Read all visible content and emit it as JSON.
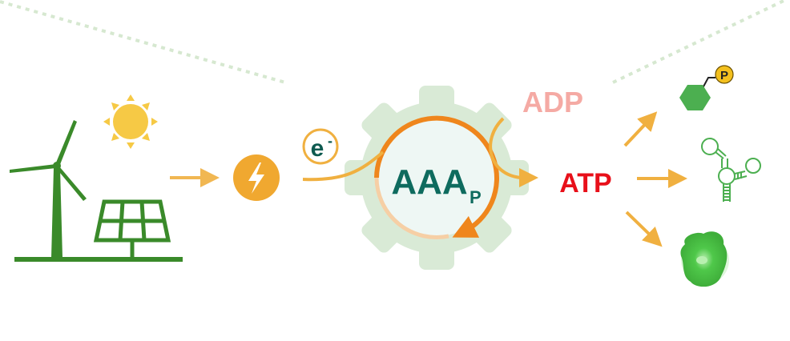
{
  "labels": {
    "electron": "e",
    "electron_charge": "-",
    "center": "AAA",
    "center_subscript": "P",
    "adp": "ADP",
    "atp": "ATP",
    "phosphate": "P"
  },
  "colors": {
    "arrow": "#f0b040",
    "bolt_circle": "#f0a830",
    "gear": "#d9ead6",
    "cycle": "#ef861c",
    "center_text": "#0e6b5e",
    "adp": "#f5aaa4",
    "atp": "#e8101a",
    "energy_green": "#3a8a2a",
    "product_green": "#4caf50",
    "sun": "#f6c945"
  }
}
